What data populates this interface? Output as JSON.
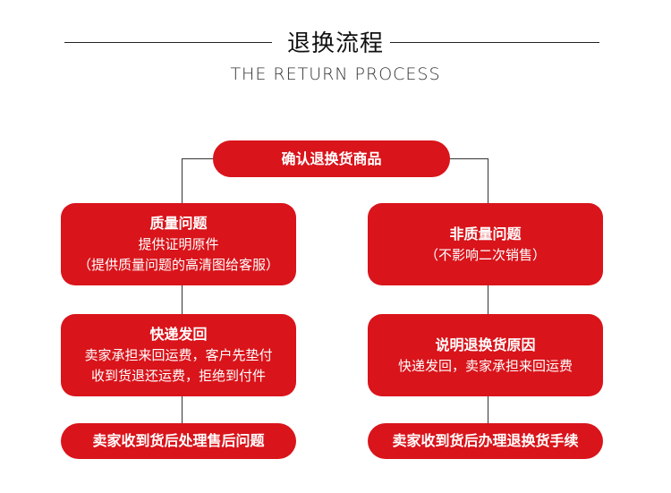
{
  "header": {
    "title": "退换流程",
    "subtitle": "THE RETURN PROCESS"
  },
  "flow": {
    "root": "确认退换货商品",
    "left": {
      "box1_title": "质量问题",
      "box1_line1": "提供证明原件",
      "box1_line2": "（提供质量问题的高清图给客服）",
      "box2_title": "快递发回",
      "box2_line1": "卖家承担来回运费，客户先垫付",
      "box2_line2": "收到货退还运费，拒绝到付件",
      "final": "卖家收到货后处理售后问题"
    },
    "right": {
      "box1_title": "非质量问题",
      "box1_line1": "（不影响二次销售）",
      "box2_title": "说明退换货原因",
      "box2_line1": "快递发回，卖家承担来回运费",
      "final": "卖家收到货后办理退换货手续"
    }
  },
  "colors": {
    "accent": "#d9141b",
    "line": "#333333"
  }
}
